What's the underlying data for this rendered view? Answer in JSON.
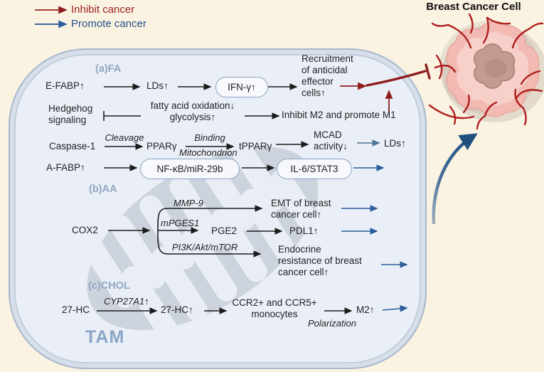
{
  "legend": {
    "inhibit_label": "Inhibit cancer",
    "promote_label": "Promote cancer"
  },
  "breast_cancer_cell_label": "Breast Cancer Cell",
  "tam_label": "TAM",
  "colors": {
    "background": "#fbf3e2",
    "inhibit_red": "#8f1d1d",
    "promote_blue": "#2a5d9c",
    "cell_fill": "#eaeff7",
    "membrane": "#a8b7cb",
    "section_label": "#92a7c4",
    "text": "#222222"
  },
  "fa": {
    "section_label": "(a)FA",
    "efabp": "E-FABP↑",
    "lds": "LDs↑",
    "ifng": "IFN-γ↑",
    "recruitment_lines": [
      "Recruitment",
      "of anticidal",
      "effector",
      "cells↑"
    ],
    "hedgehog_lines": [
      "Hedgehog",
      "signaling"
    ],
    "fatty_acid": "fatty acid oxidation↓",
    "glycolysis": "glycolysis↑",
    "inhibit_m2": "Inhibit M2 and promote M1",
    "caspase1": "Caspase-1",
    "cleavage": "Cleavage",
    "pparg": "PPARγ",
    "binding": "Binding",
    "mitochondrion": "Mitochondrion",
    "tpparg": "tPPARγ",
    "mcad_lines": [
      "MCAD",
      "activity↓"
    ],
    "lds2": "LDs↑",
    "afabp": "A-FABP↑",
    "nfkb": "NF-κB/miR-29b",
    "il6": "IL-6/STAT3"
  },
  "aa": {
    "section_label": "(b)AA",
    "cox2": "COX2",
    "mmp9": "MMP-9",
    "mpges1": "mPGES1",
    "pi3k": "PI3K/Akt/mTOR",
    "pge2": "PGE2",
    "emt_lines": [
      "EMT of breast",
      "cancer cell↑"
    ],
    "pdl1": "PDL1↑",
    "endocrine_lines": [
      "Endocrine",
      "resistance of breast",
      "cancer cell↑"
    ]
  },
  "chol": {
    "section_label": "(c)CHOL",
    "hc27": "27-HC",
    "cyp27a1": "CYP27A1↑",
    "hc27_up": "27-HC↑",
    "monocytes_lines": [
      "CCR2+ and CCR5+",
      "monocytes"
    ],
    "m2": "M2↑",
    "polarization": "Polarization"
  }
}
